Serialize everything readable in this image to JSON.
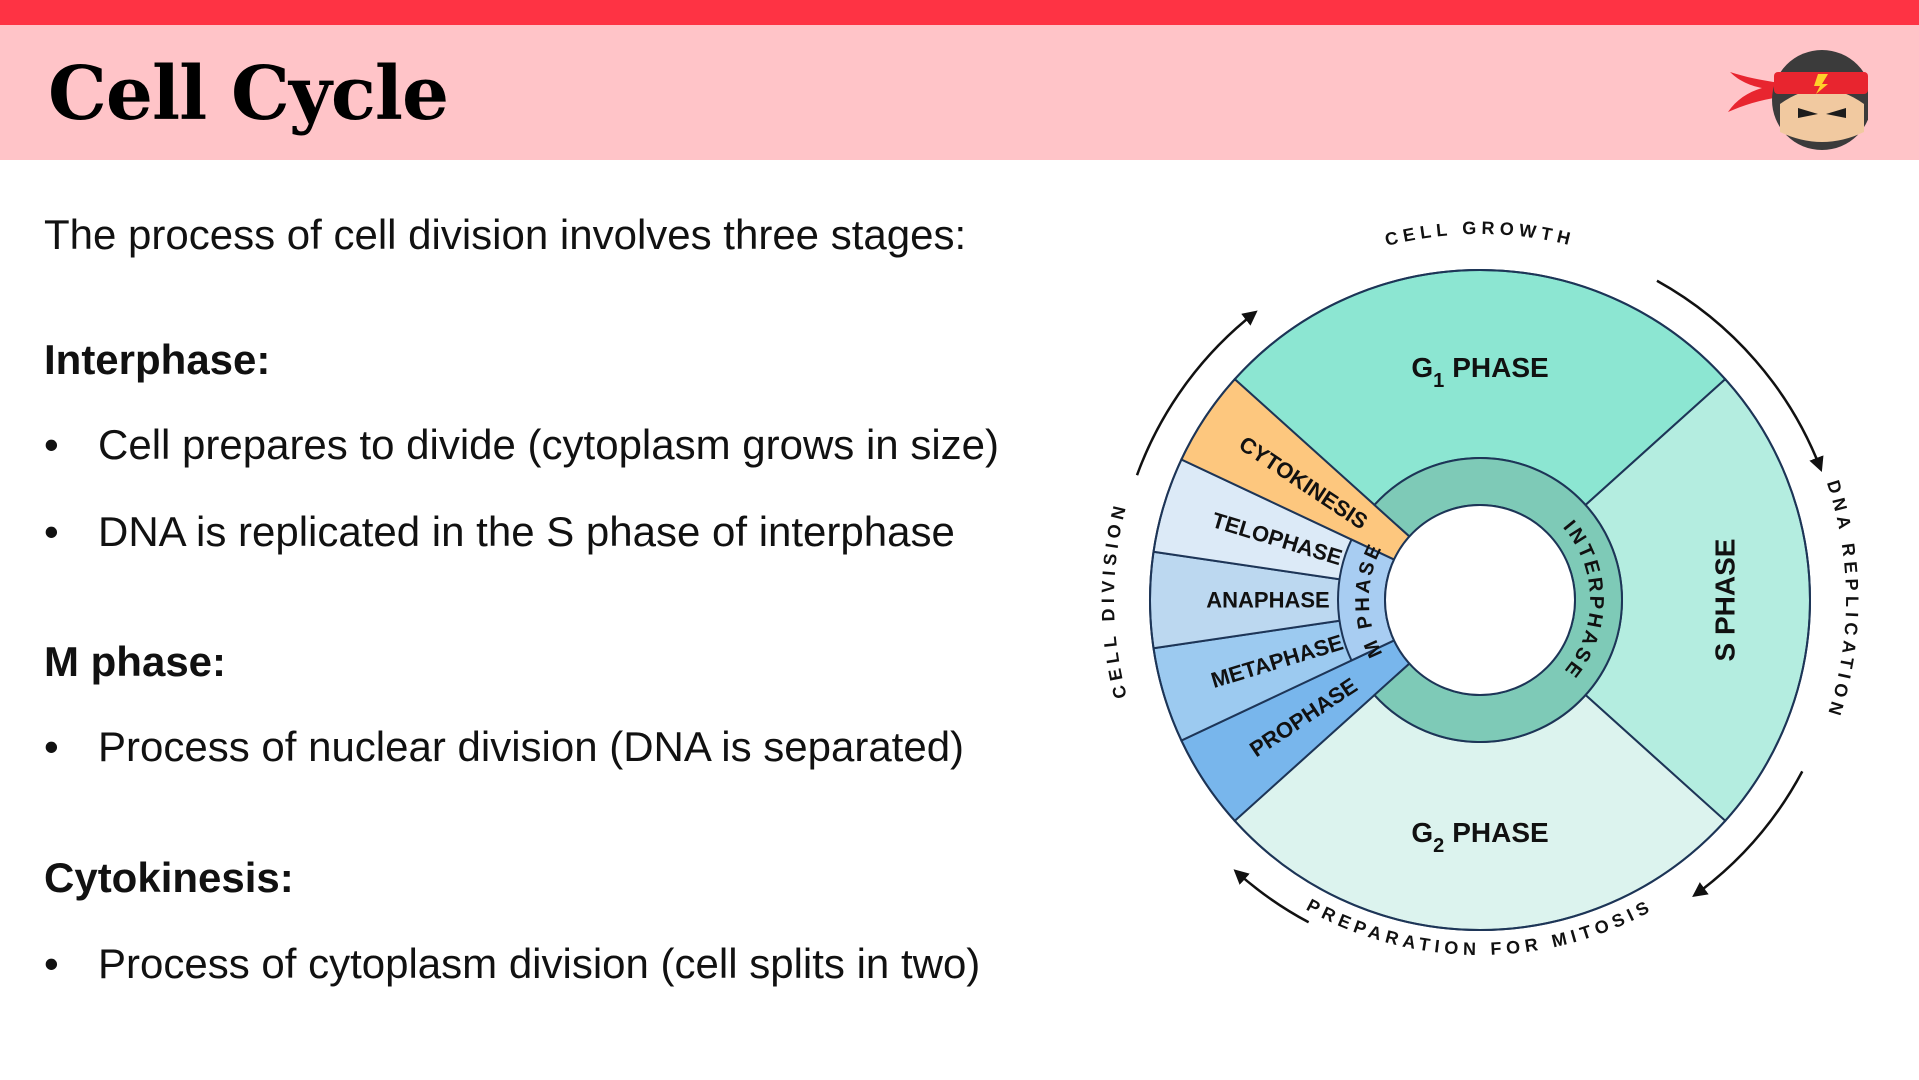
{
  "header": {
    "title": "Cell Cycle",
    "colors": {
      "bar": "#fe3344",
      "band": "#ffc4c8"
    },
    "logo_icon": "ninja-head-icon"
  },
  "content": {
    "intro": "The process of cell division involves three stages:",
    "bullet_glyph": "•",
    "sections": [
      {
        "heading": "Interphase:",
        "bullets": [
          "Cell prepares to divide (cytoplasm grows in size)",
          "DNA is replicated in the S phase of interphase"
        ]
      },
      {
        "heading": "M phase:",
        "bullets": [
          "Process of nuclear division (DNA is separated)"
        ]
      },
      {
        "heading": "Cytokinesis:",
        "bullets": [
          "Process of cytoplasm division (cell splits in two)"
        ]
      }
    ]
  },
  "diagram": {
    "phases": {
      "g1": {
        "letter": "G",
        "sub": "1",
        "word": "PHASE",
        "color": "#8ce6d2"
      },
      "s": {
        "label": "S PHASE",
        "color": "#b4ede0"
      },
      "g2": {
        "letter": "G",
        "sub": "2",
        "word": "PHASE",
        "color": "#dcf3ee"
      }
    },
    "mitosis": [
      {
        "label": "CYTOKINESIS",
        "color": "#fdc77e"
      },
      {
        "label": "TELOPHASE",
        "color": "#dceaf7"
      },
      {
        "label": "ANAPHASE",
        "color": "#bcd8f0"
      },
      {
        "label": "METAPHASE",
        "color": "#9ccaf0"
      },
      {
        "label": "PROPHASE",
        "color": "#78b6ec"
      }
    ],
    "inner_ring": {
      "interphase": "INTERPHASE",
      "interphase_color": "#7ecab7",
      "m_phase": "M PHASE",
      "m_phase_color": "#a8cdf2"
    },
    "arcs": {
      "top": "CELL GROWTH",
      "right": "DNA REPLICATION",
      "bottom": "PREPARATION FOR MITOSIS",
      "left": "CELL DIVISION"
    },
    "stroke_color": "#1d3557"
  }
}
